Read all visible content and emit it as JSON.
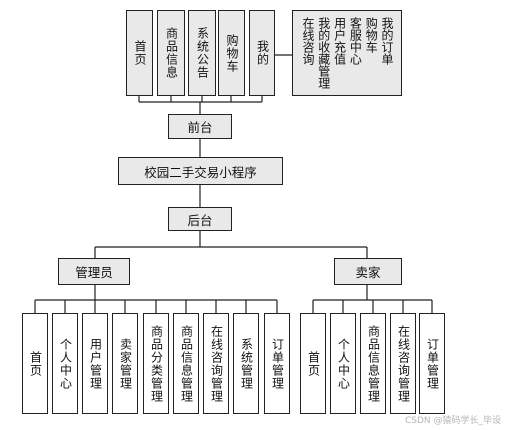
{
  "frontend": {
    "root_label": "前台",
    "items": [
      "首页",
      "商品信息",
      "系统公告",
      "购物车",
      "我的"
    ],
    "my_submenu": [
      "我的订单",
      "购物车",
      "客服中心",
      "用户充值",
      "我的收藏管理",
      "在线咨询"
    ]
  },
  "app_title": "校园二手交易小程序",
  "backend": {
    "root_label": "后台",
    "admin": {
      "label": "管理员",
      "items": [
        "首页",
        "个人中心",
        "用户管理",
        "卖家管理",
        "商品分类管理",
        "商品信息管理",
        "在线咨询管理",
        "系统管理",
        "订单管理"
      ]
    },
    "seller": {
      "label": "卖家",
      "items": [
        "首页",
        "个人中心",
        "商品信息管理",
        "在线咨询管理",
        "订单管理"
      ]
    }
  },
  "watermark": "CSDN @猿码学长_毕设"
}
